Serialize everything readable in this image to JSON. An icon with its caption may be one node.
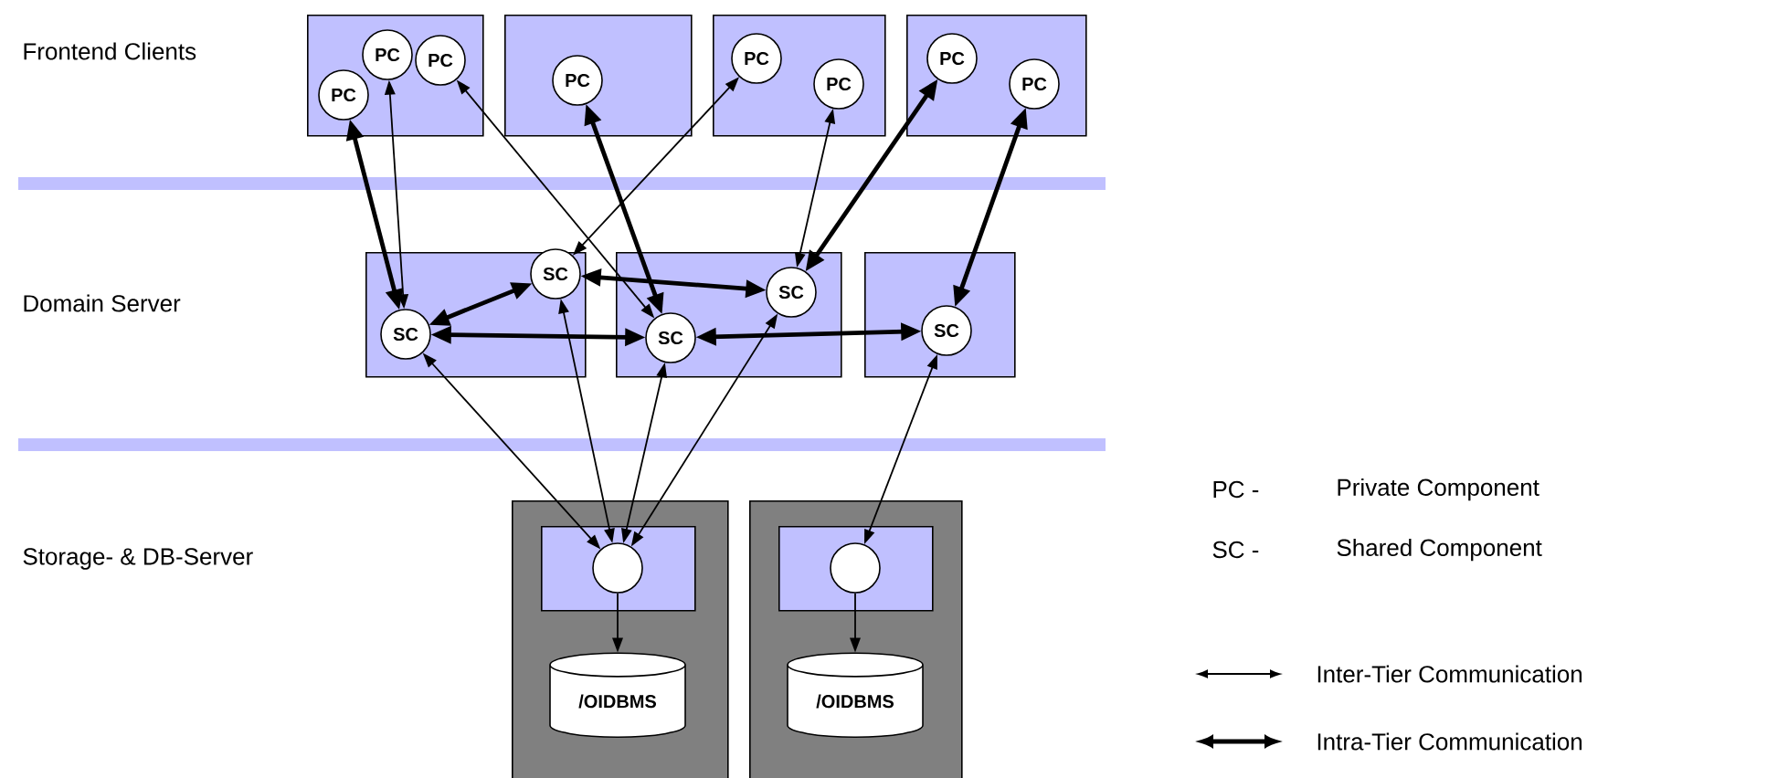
{
  "diagram": {
    "nodes": [
      {
        "text": [],
        "shape": "box"
      },
      {
        "text": [
          "PC"
        ],
        "in": 0
      },
      {
        "text": [
          "PC"
        ],
        "in": 0
      },
      {
        "text": [
          "PC"
        ],
        "in": 0
      },
      {
        "text": [],
        "shape": "box"
      },
      {
        "text": [
          "PC"
        ],
        "in": 4
      },
      {
        "text": [],
        "shape": "box"
      },
      {
        "text": [
          "PC"
        ],
        "in": 6
      },
      {
        "text": [
          "PC"
        ],
        "in": 6
      },
      {
        "text": [],
        "shape": "box"
      },
      {
        "text": [
          "PC"
        ],
        "in": 9
      },
      {
        "text": [
          "PC"
        ],
        "in": 9
      },
      {
        "text": [],
        "shape": "box"
      },
      {
        "text": [
          "SC"
        ],
        "in": 12
      },
      {
        "text": [
          "SC"
        ],
        "in": 12
      },
      {
        "text": [],
        "shape": "box"
      },
      {
        "text": [
          "SC"
        ],
        "in": 15
      },
      {
        "text": [
          "SC"
        ],
        "in": 15
      },
      {
        "text": [],
        "shape": "box"
      },
      {
        "text": [
          "SC"
        ],
        "in": 18
      },
      {
        "text": [],
        "shape": "box"
      },
      {
        "text": [],
        "shape": "box",
        "in": 20
      },
      {
        "text": [],
        "shape": "circle",
        "in": 21
      },
      {
        "text": [
          "/OIDBMS"
        ],
        "in": 20
      },
      {
        "text": [],
        "shape": "box"
      },
      {
        "text": [],
        "shape": "box",
        "in": 24
      },
      {
        "text": [],
        "shape": "circle",
        "in": 25
      },
      {
        "text": [
          "/OIDBMS"
        ],
        "in": 24
      }
    ],
    "edges": [
      {
        "from": 1,
        "to": 13,
        "arrow": "both",
        "style": "thick"
      },
      {
        "from": 2,
        "to": 13,
        "arrow": "both"
      },
      {
        "from": 3,
        "to": 16,
        "arrow": "both"
      },
      {
        "from": 5,
        "to": 16,
        "arrow": "both",
        "style": "thick"
      },
      {
        "from": 7,
        "to": 14,
        "arrow": "both"
      },
      {
        "from": 8,
        "to": 17,
        "arrow": "both"
      },
      {
        "from": 10,
        "to": 17,
        "arrow": "both",
        "style": "thick"
      },
      {
        "from": 11,
        "to": 19,
        "arrow": "both",
        "style": "thick"
      },
      {
        "from": 13,
        "to": 14,
        "arrow": "both",
        "style": "thick"
      },
      {
        "from": 13,
        "to": 16,
        "arrow": "both",
        "style": "thick"
      },
      {
        "from": 14,
        "to": 17,
        "arrow": "both",
        "style": "thick"
      },
      {
        "from": 16,
        "to": 19,
        "arrow": "both",
        "style": "thick"
      },
      {
        "from": 13,
        "to": 22,
        "arrow": "both"
      },
      {
        "from": 14,
        "to": 22,
        "arrow": "both"
      },
      {
        "from": 16,
        "to": 22,
        "arrow": "both"
      },
      {
        "from": 17,
        "to": 22,
        "arrow": "both"
      },
      {
        "from": 19,
        "to": 26,
        "arrow": "both"
      },
      {
        "from": 22,
        "to": 23,
        "arrow": "to"
      },
      {
        "from": 26,
        "to": 27,
        "arrow": "to"
      }
    ],
    "labels": [
      "Frontend Clients",
      "Domain Server",
      "Storage- & DB-Server",
      "PC -",
      "Private Component",
      "SC -",
      "Shared Component"
    ],
    "legend": [
      {
        "text": "Inter-Tier Communication"
      },
      {
        "text": "Intra-Tier Communication"
      }
    ]
  }
}
